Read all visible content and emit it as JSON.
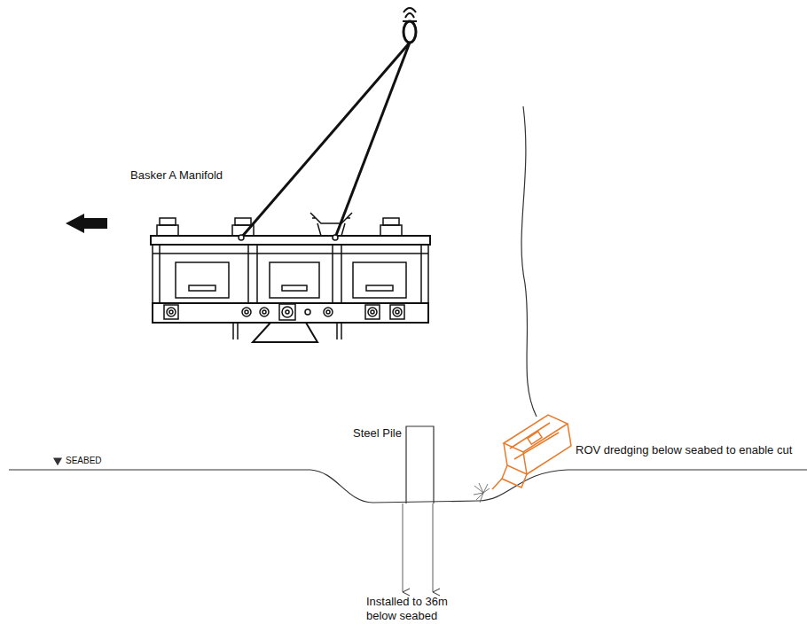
{
  "diagram": {
    "labels": [
      "Basker A Manifold",
      "SEABED",
      "Steel Pile",
      "ROV dredging below seabed to enable cut",
      "Installed to 36m below seabed"
    ]
  }
}
